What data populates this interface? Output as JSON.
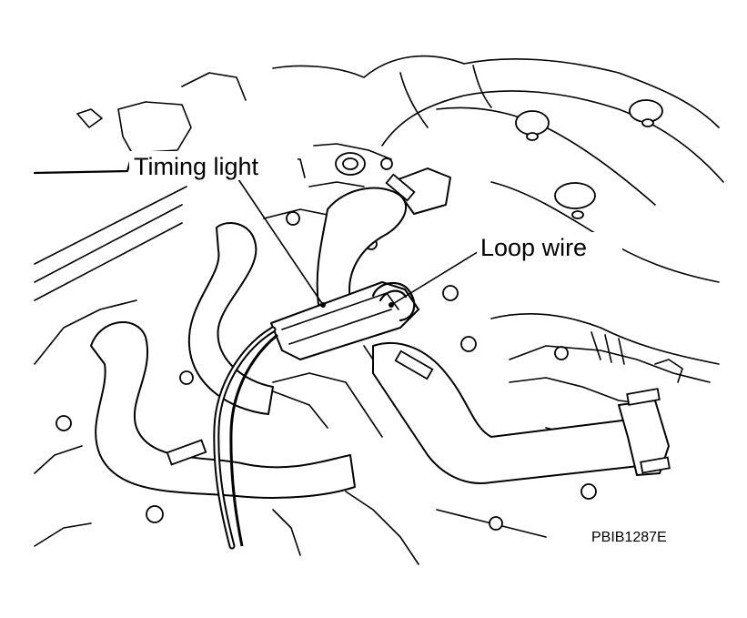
{
  "labels": {
    "timing_light": "Timing light",
    "loop_wire": "Loop wire",
    "figure_code": "PBIB1287E"
  }
}
